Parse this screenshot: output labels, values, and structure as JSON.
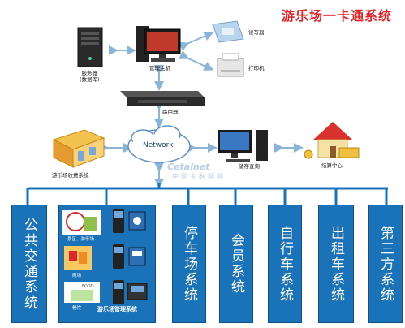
{
  "title": "游乐场一卡通系统",
  "nodes": {
    "server": "服务器\n(数据库)",
    "host": "管理主机",
    "card_rw": "读写器",
    "printer": "打印机",
    "router": "路由器",
    "network": "Network",
    "ticket": "游乐场收费系统",
    "query": "储存查询",
    "settle": "结算中心"
  },
  "watermark": {
    "line1": "Cetalnet",
    "line2": "中国金融网网"
  },
  "mgmt": {
    "title": "游乐场管理系统",
    "items": [
      "景区、游乐场",
      "商场",
      "餐饮"
    ],
    "food_sign": "FOOD"
  },
  "subsystems": [
    "公共交通系统",
    "停车场系统",
    "会员系统",
    "自行车系统",
    "出租车系统",
    "第三方系统"
  ],
  "colors": {
    "title": "#e0262b",
    "box": "#1a73b8",
    "line": "#1a73b8",
    "arrow": "#8ab4d8"
  }
}
